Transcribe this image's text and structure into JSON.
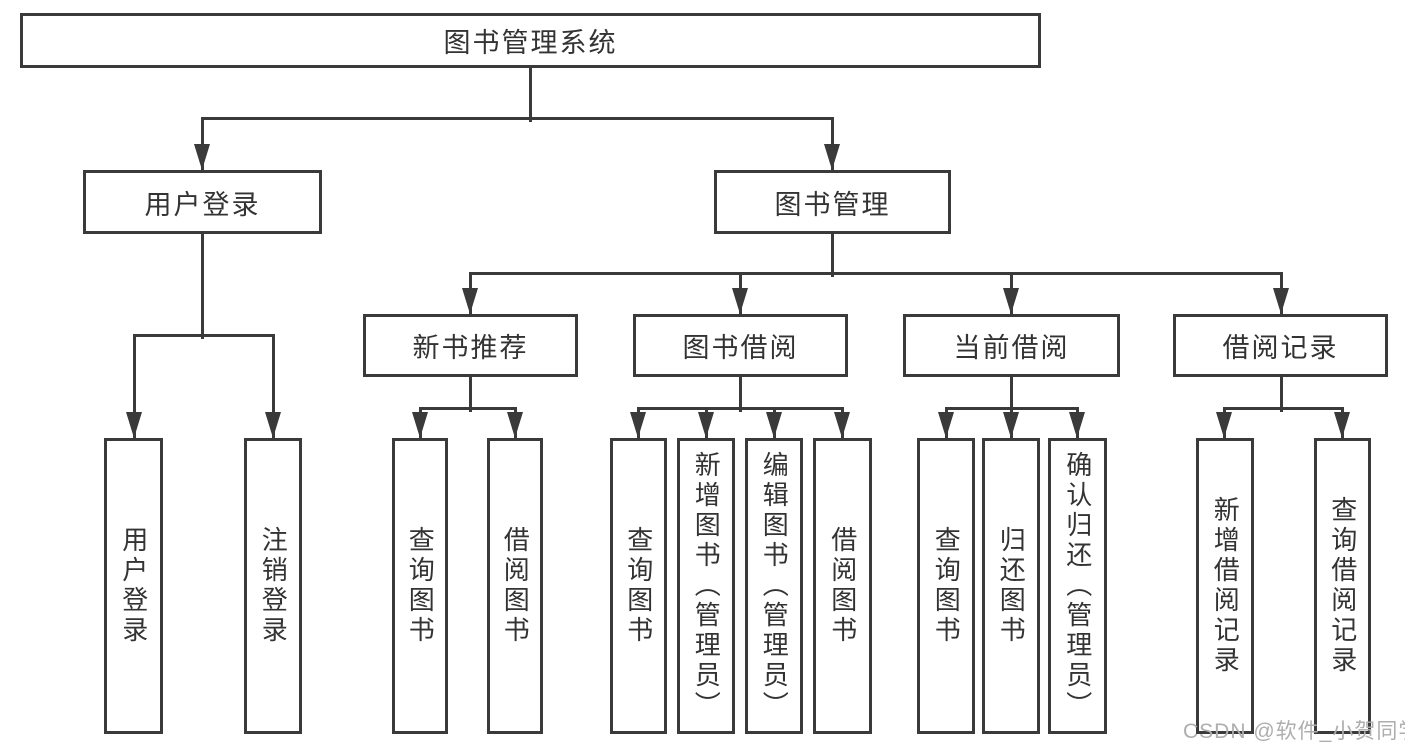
{
  "diagram": {
    "title": "图书管理系统",
    "root": {
      "label": "图书管理系统"
    },
    "level2": [
      {
        "label": "用户登录"
      },
      {
        "label": "图书管理"
      }
    ],
    "level3": [
      {
        "label": "新书推荐"
      },
      {
        "label": "图书借阅"
      },
      {
        "label": "当前借阅"
      },
      {
        "label": "借阅记录"
      }
    ],
    "leaves": [
      {
        "label": "用户登录"
      },
      {
        "label": "注销登录"
      },
      {
        "label": "查询图书"
      },
      {
        "label": "借阅图书"
      },
      {
        "label": "查询图书"
      },
      {
        "label": "新增图书（管理员）"
      },
      {
        "label": "编辑图书（管理员）"
      },
      {
        "label": "借阅图书"
      },
      {
        "label": "查询图书"
      },
      {
        "label": "归还图书"
      },
      {
        "label": "确认归还（管理员）"
      },
      {
        "label": "新增借阅记录"
      },
      {
        "label": "查询借阅记录"
      }
    ]
  },
  "watermark": {
    "text": "CSDN @软件_小贺同学"
  },
  "colors": {
    "line": "#3a3a3a",
    "text": "#333333",
    "watermark": "#aeaeae",
    "background": "#ffffff"
  }
}
